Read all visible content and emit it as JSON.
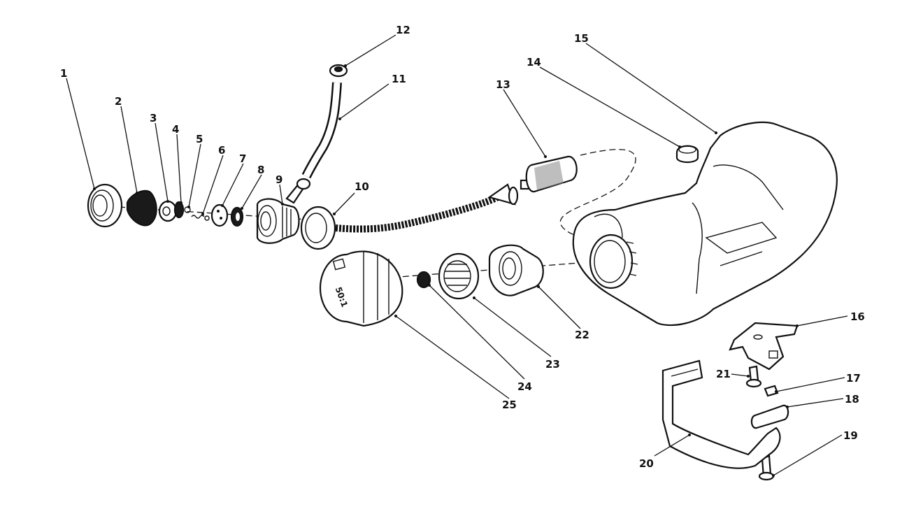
{
  "callouts": [
    {
      "id": "1",
      "label": "1"
    },
    {
      "id": "2",
      "label": "2"
    },
    {
      "id": "3",
      "label": "3"
    },
    {
      "id": "4",
      "label": "4"
    },
    {
      "id": "5",
      "label": "5"
    },
    {
      "id": "6",
      "label": "6"
    },
    {
      "id": "7",
      "label": "7"
    },
    {
      "id": "8",
      "label": "8"
    },
    {
      "id": "9",
      "label": "9"
    },
    {
      "id": "10",
      "label": "10"
    },
    {
      "id": "11",
      "label": "11"
    },
    {
      "id": "12",
      "label": "12"
    },
    {
      "id": "13",
      "label": "13"
    },
    {
      "id": "14",
      "label": "14"
    },
    {
      "id": "15",
      "label": "15"
    },
    {
      "id": "16",
      "label": "16"
    },
    {
      "id": "17",
      "label": "17"
    },
    {
      "id": "18",
      "label": "18"
    },
    {
      "id": "19",
      "label": "19"
    },
    {
      "id": "20",
      "label": "20"
    },
    {
      "id": "21",
      "label": "21"
    },
    {
      "id": "22",
      "label": "22"
    },
    {
      "id": "23",
      "label": "23"
    },
    {
      "id": "24",
      "label": "24"
    },
    {
      "id": "25",
      "label": "25"
    }
  ],
  "cap_marking": "50:1"
}
